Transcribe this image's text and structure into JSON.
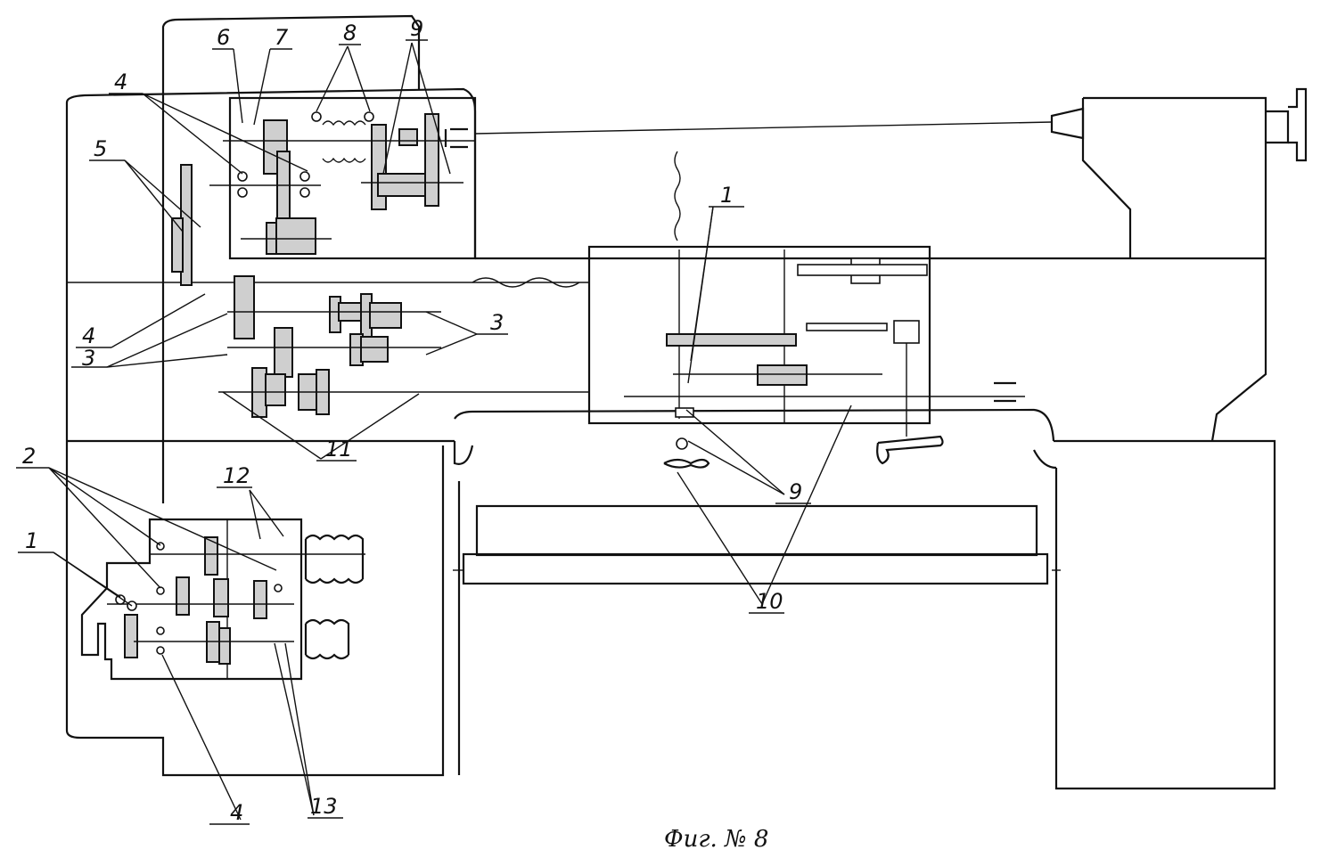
{
  "diagram": {
    "caption": "Фиг. № 8",
    "callouts": [
      "1",
      "2",
      "3",
      "4",
      "5",
      "6",
      "7",
      "8",
      "9",
      "10",
      "11",
      "12",
      "13"
    ]
  }
}
